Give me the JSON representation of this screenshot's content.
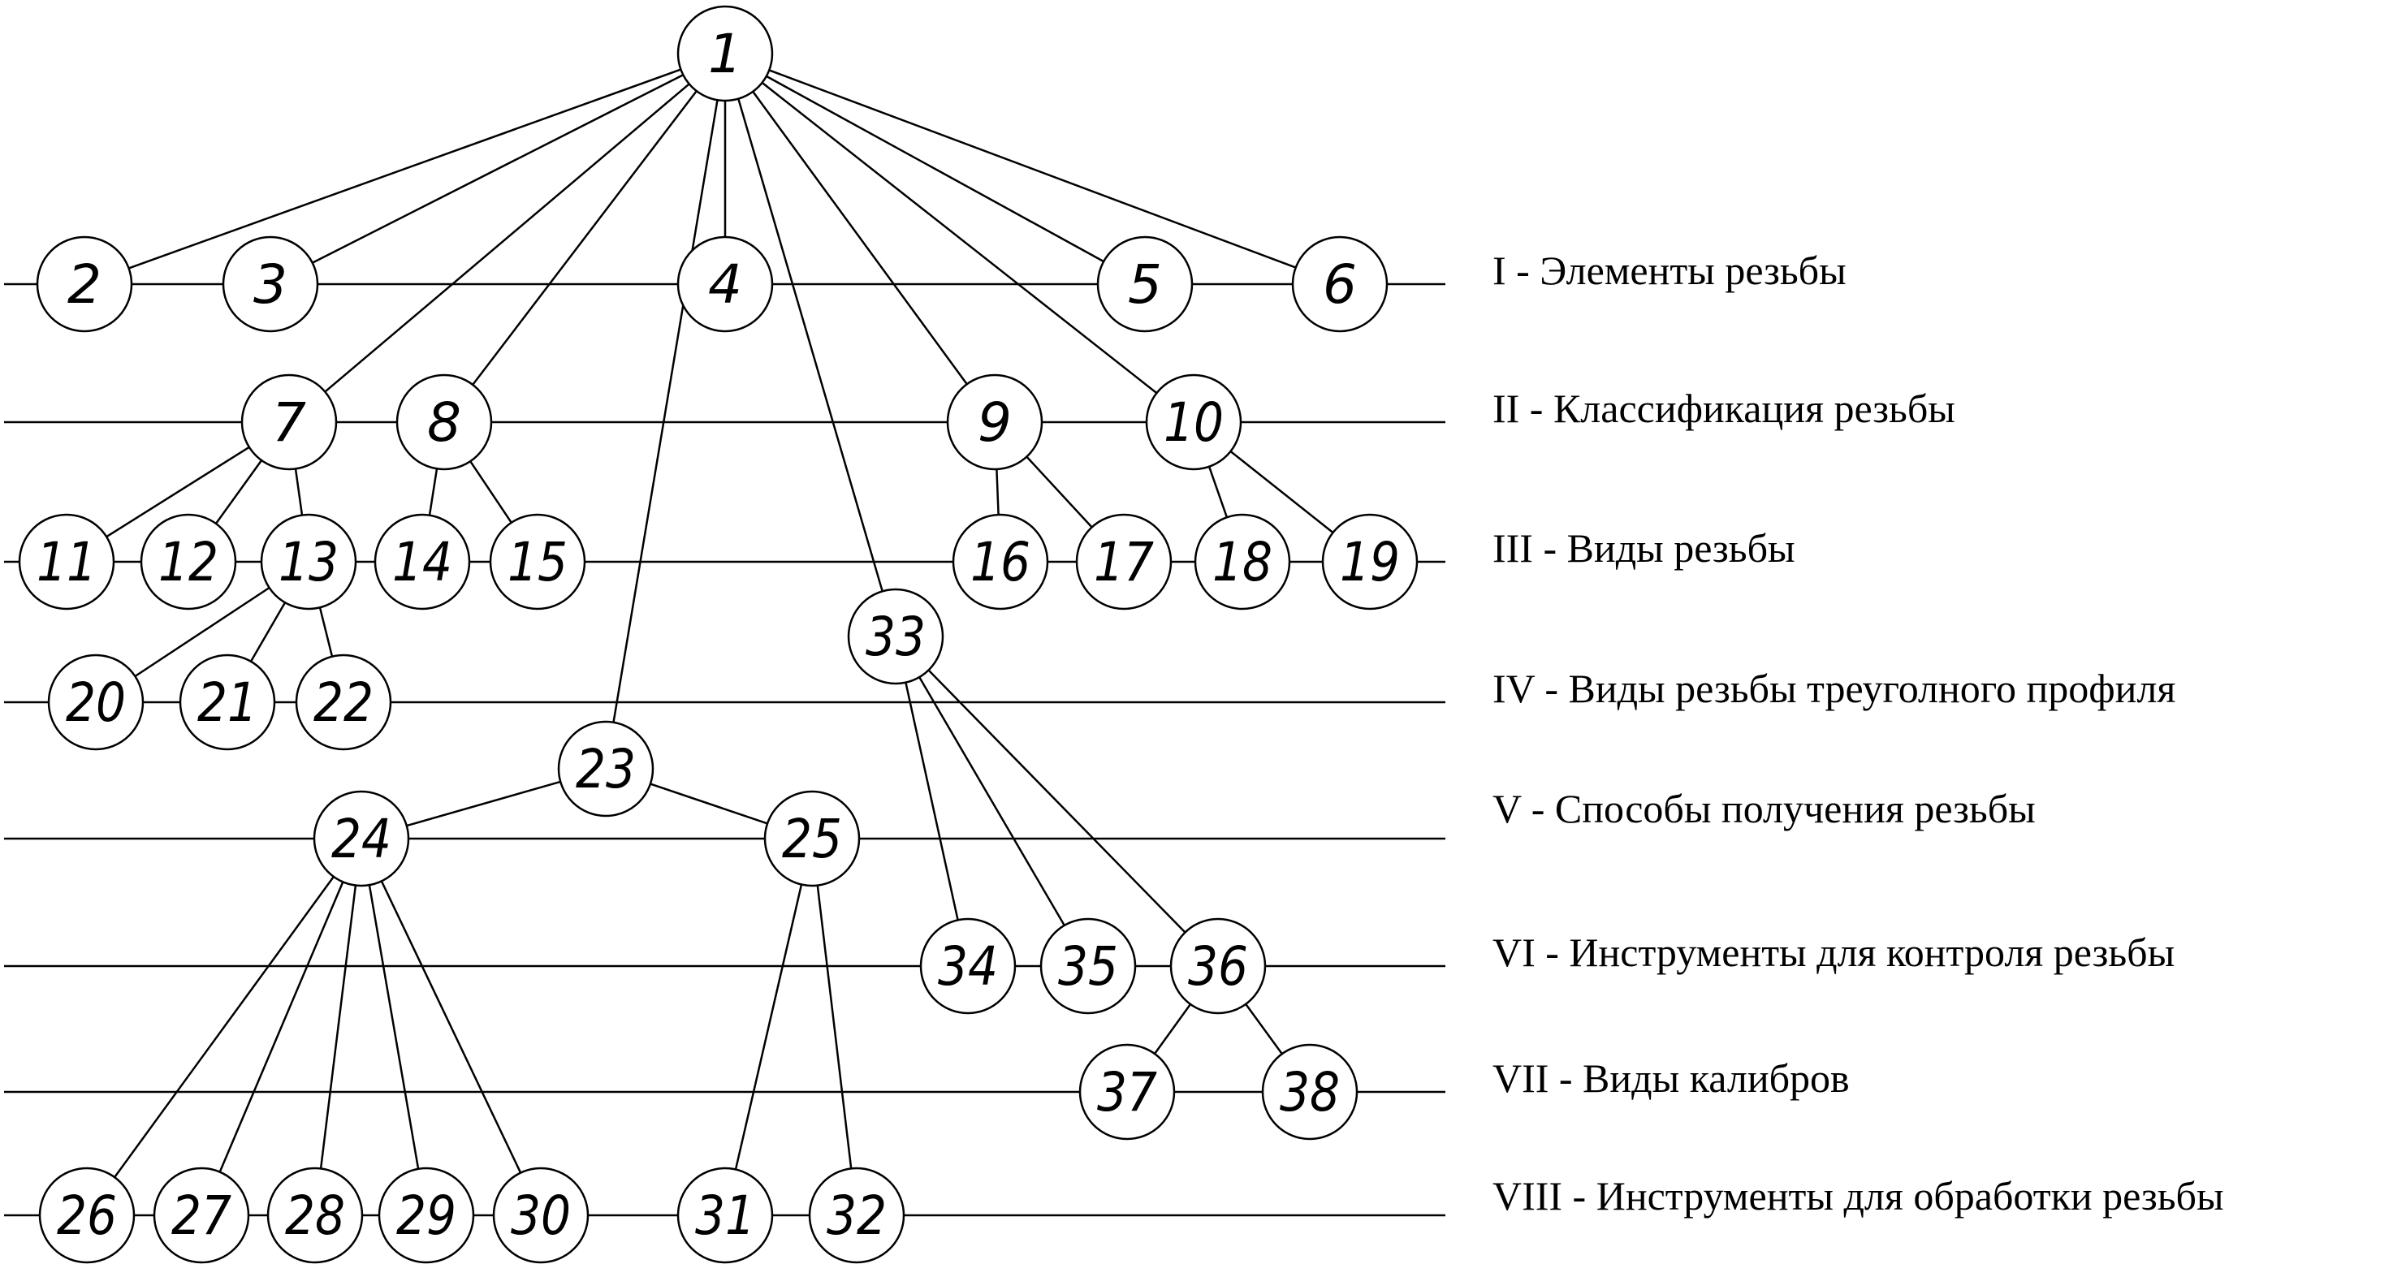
{
  "diagram": {
    "stroke_color": "#000000",
    "background": "#ffffff",
    "levels": [
      {
        "id": "I",
        "label": "I - Элементы резьбы"
      },
      {
        "id": "II",
        "label": "II - Классификация резьбы"
      },
      {
        "id": "III",
        "label": "III - Виды резьбы"
      },
      {
        "id": "IV",
        "label": "IV - Виды резьбы треуголного профиля"
      },
      {
        "id": "V",
        "label": "V - Способы получения резьбы"
      },
      {
        "id": "VI",
        "label": "VI - Инструменты для контроля резьбы"
      },
      {
        "id": "VII",
        "label": "VII - Виды калибров"
      },
      {
        "id": "VIII",
        "label": "VIII - Инструменты для обработки резьбы"
      }
    ],
    "nodes": [
      {
        "id": "1",
        "label": "1"
      },
      {
        "id": "2",
        "label": "2"
      },
      {
        "id": "3",
        "label": "3"
      },
      {
        "id": "4",
        "label": "4"
      },
      {
        "id": "5",
        "label": "5"
      },
      {
        "id": "6",
        "label": "6"
      },
      {
        "id": "7",
        "label": "7"
      },
      {
        "id": "8",
        "label": "8"
      },
      {
        "id": "9",
        "label": "9"
      },
      {
        "id": "10",
        "label": "10"
      },
      {
        "id": "11",
        "label": "11"
      },
      {
        "id": "12",
        "label": "12"
      },
      {
        "id": "13",
        "label": "13"
      },
      {
        "id": "14",
        "label": "14"
      },
      {
        "id": "15",
        "label": "15"
      },
      {
        "id": "16",
        "label": "16"
      },
      {
        "id": "17",
        "label": "17"
      },
      {
        "id": "18",
        "label": "18"
      },
      {
        "id": "19",
        "label": "19"
      },
      {
        "id": "20",
        "label": "20"
      },
      {
        "id": "21",
        "label": "21"
      },
      {
        "id": "22",
        "label": "22"
      },
      {
        "id": "23",
        "label": "23"
      },
      {
        "id": "24",
        "label": "24"
      },
      {
        "id": "25",
        "label": "25"
      },
      {
        "id": "26",
        "label": "26"
      },
      {
        "id": "27",
        "label": "27"
      },
      {
        "id": "28",
        "label": "28"
      },
      {
        "id": "29",
        "label": "29"
      },
      {
        "id": "30",
        "label": "30"
      },
      {
        "id": "31",
        "label": "31"
      },
      {
        "id": "32",
        "label": "32"
      },
      {
        "id": "33",
        "label": "33"
      },
      {
        "id": "34",
        "label": "34"
      },
      {
        "id": "35",
        "label": "35"
      },
      {
        "id": "36",
        "label": "36"
      },
      {
        "id": "37",
        "label": "37"
      },
      {
        "id": "38",
        "label": "38"
      }
    ],
    "edges": [
      [
        "1",
        "2"
      ],
      [
        "1",
        "3"
      ],
      [
        "1",
        "4"
      ],
      [
        "1",
        "5"
      ],
      [
        "1",
        "6"
      ],
      [
        "1",
        "7"
      ],
      [
        "1",
        "8"
      ],
      [
        "1",
        "9"
      ],
      [
        "1",
        "10"
      ],
      [
        "1",
        "23"
      ],
      [
        "1",
        "33"
      ],
      [
        "7",
        "11"
      ],
      [
        "7",
        "12"
      ],
      [
        "7",
        "13"
      ],
      [
        "8",
        "14"
      ],
      [
        "8",
        "15"
      ],
      [
        "9",
        "16"
      ],
      [
        "9",
        "17"
      ],
      [
        "10",
        "18"
      ],
      [
        "10",
        "19"
      ],
      [
        "13",
        "20"
      ],
      [
        "13",
        "21"
      ],
      [
        "13",
        "22"
      ],
      [
        "23",
        "24"
      ],
      [
        "23",
        "25"
      ],
      [
        "24",
        "26"
      ],
      [
        "24",
        "27"
      ],
      [
        "24",
        "28"
      ],
      [
        "24",
        "29"
      ],
      [
        "24",
        "30"
      ],
      [
        "25",
        "31"
      ],
      [
        "25",
        "32"
      ],
      [
        "33",
        "34"
      ],
      [
        "33",
        "35"
      ],
      [
        "33",
        "36"
      ],
      [
        "36",
        "37"
      ],
      [
        "36",
        "38"
      ]
    ]
  }
}
